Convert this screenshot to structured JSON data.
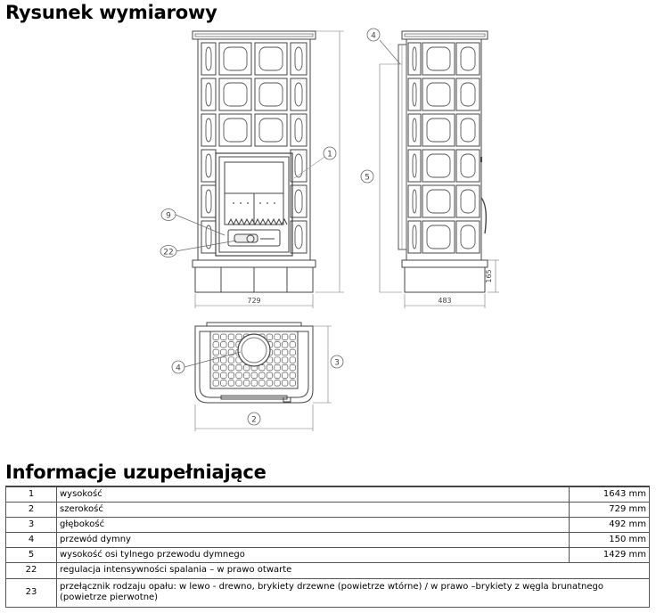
{
  "title": "Rysunek wymiarowy",
  "info_title": "Informacje uzupełniające",
  "drawing": {
    "callouts": {
      "front_height": "1",
      "front_knob": "9",
      "front_lever": "22",
      "side_flue": "4",
      "side_flue_height": "5",
      "top_flue": "4",
      "top_width": "2",
      "top_depth": "3"
    },
    "dimensions": {
      "front_width": "729",
      "side_depth": "483",
      "side_base_height": "165"
    }
  },
  "table": {
    "rows": [
      {
        "num": "1",
        "label": "wysokość",
        "value": "1643 mm"
      },
      {
        "num": "2",
        "label": "szerokość",
        "value": "729 mm"
      },
      {
        "num": "3",
        "label": "głębokość",
        "value": "492 mm"
      },
      {
        "num": "4",
        "label": "przewód dymny",
        "value": "150 mm"
      },
      {
        "num": "5",
        "label": "wysokość osi tylnego przewodu dymnego",
        "value": "1429 mm"
      },
      {
        "num": "22",
        "label": "regulacja intensywności spalania – w prawo otwarte",
        "value": ""
      },
      {
        "num": "23",
        "label": "przełącznik rodzaju opału: w lewo - drewno, brykiety drzewne (powietrze wtórne) / w prawo –brykiety z węgla brunatnego (powietrze pierwotne)",
        "value": ""
      }
    ]
  }
}
